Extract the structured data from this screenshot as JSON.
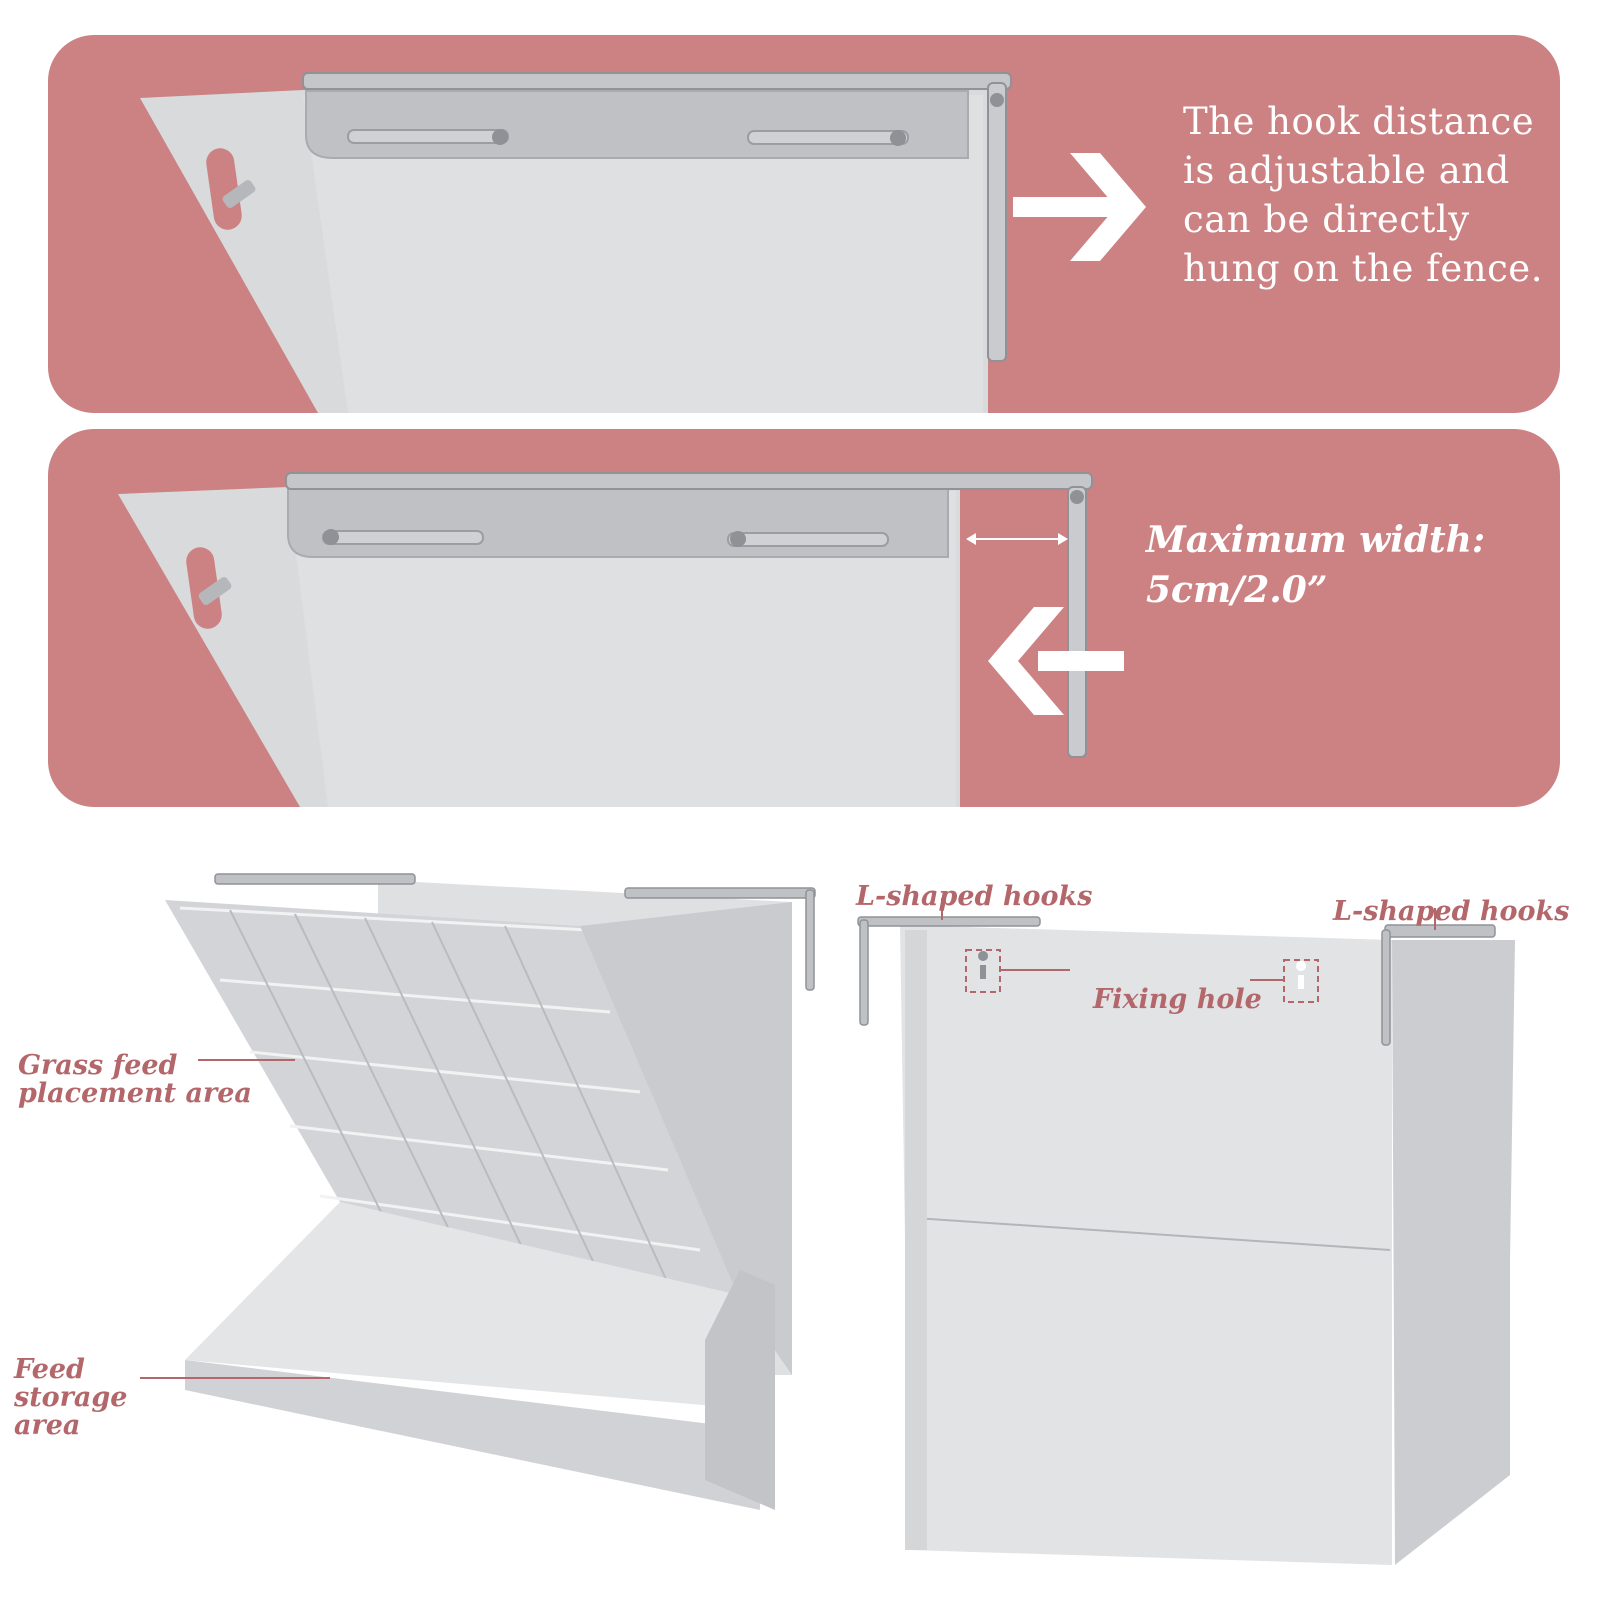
{
  "colors": {
    "panel_background": "#cc8183",
    "accent_text": "#b4676b",
    "steel_light": "#e2e3e5",
    "steel_mid": "#c9cbce",
    "steel_dark": "#9a9da2"
  },
  "panel_top": {
    "text": "The hook distance is adjustable and can be directly hung on the fence.",
    "arrow_icon": "arrow-right-icon"
  },
  "panel_middle": {
    "text": "Maximum width: 5cm/2.0”",
    "arrow_icon": "arrow-left-icon"
  },
  "callouts": {
    "grass_feed": "Grass feed placement area",
    "feed_storage": "Feed storage area",
    "hooks_left": "L-shaped hooks",
    "hooks_right": "L-shaped hooks",
    "fixing_hole": "Fixing hole"
  }
}
